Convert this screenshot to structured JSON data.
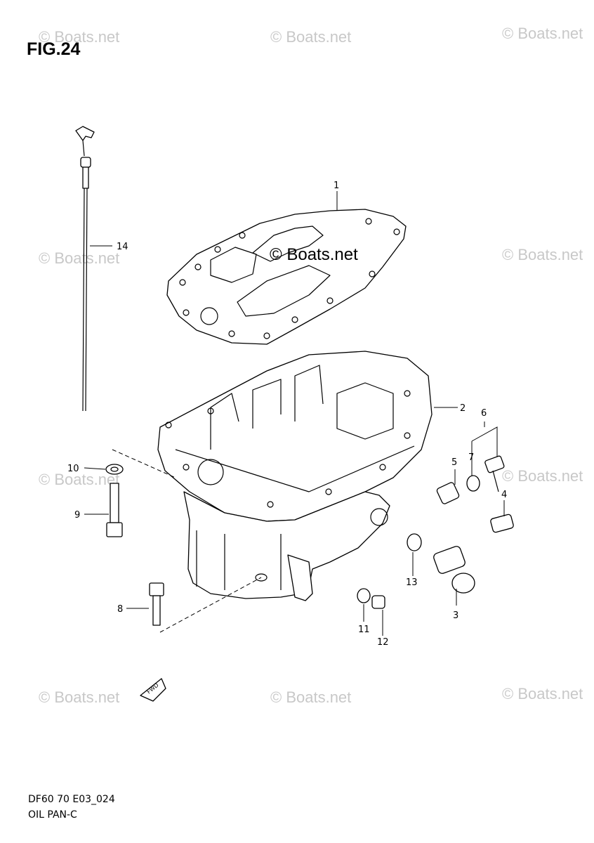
{
  "figure": {
    "title": "FIG.24",
    "code": "DF60 70 E03_024",
    "name": "OIL PAN-C"
  },
  "watermark": {
    "text": "© Boats.net",
    "center_text": "© Boats.net"
  },
  "fwd_label": "FWD",
  "callouts": [
    {
      "id": "1",
      "label": "1"
    },
    {
      "id": "2",
      "label": "2"
    },
    {
      "id": "3",
      "label": "3"
    },
    {
      "id": "4",
      "label": "4"
    },
    {
      "id": "5",
      "label": "5"
    },
    {
      "id": "6",
      "label": "6"
    },
    {
      "id": "7",
      "label": "7"
    },
    {
      "id": "8",
      "label": "8"
    },
    {
      "id": "9",
      "label": "9"
    },
    {
      "id": "10",
      "label": "10"
    },
    {
      "id": "11",
      "label": "11"
    },
    {
      "id": "12",
      "label": "12"
    },
    {
      "id": "13",
      "label": "13"
    },
    {
      "id": "14",
      "label": "14"
    }
  ],
  "colors": {
    "line": "#000000",
    "watermark": "#c8c8c8",
    "background": "#ffffff"
  }
}
